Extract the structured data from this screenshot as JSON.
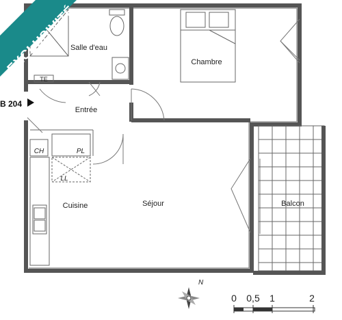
{
  "badge": {
    "text": "EXCLUSIVITÉ",
    "color": "#1a8a8a"
  },
  "unit_label": "B 204",
  "rooms": {
    "bathroom": "Salle d'eau",
    "bedroom": "Chambre",
    "entrance": "Entrée",
    "living": "Séjour",
    "kitchen": "Cuisine",
    "balcony": "Balcon"
  },
  "fixtures": {
    "te": "TE",
    "ch": "CH",
    "pl": "PL",
    "ll": "LL"
  },
  "compass": {
    "north": "N"
  },
  "scale": {
    "ticks": [
      "0",
      "0,5",
      "1",
      "2"
    ]
  }
}
